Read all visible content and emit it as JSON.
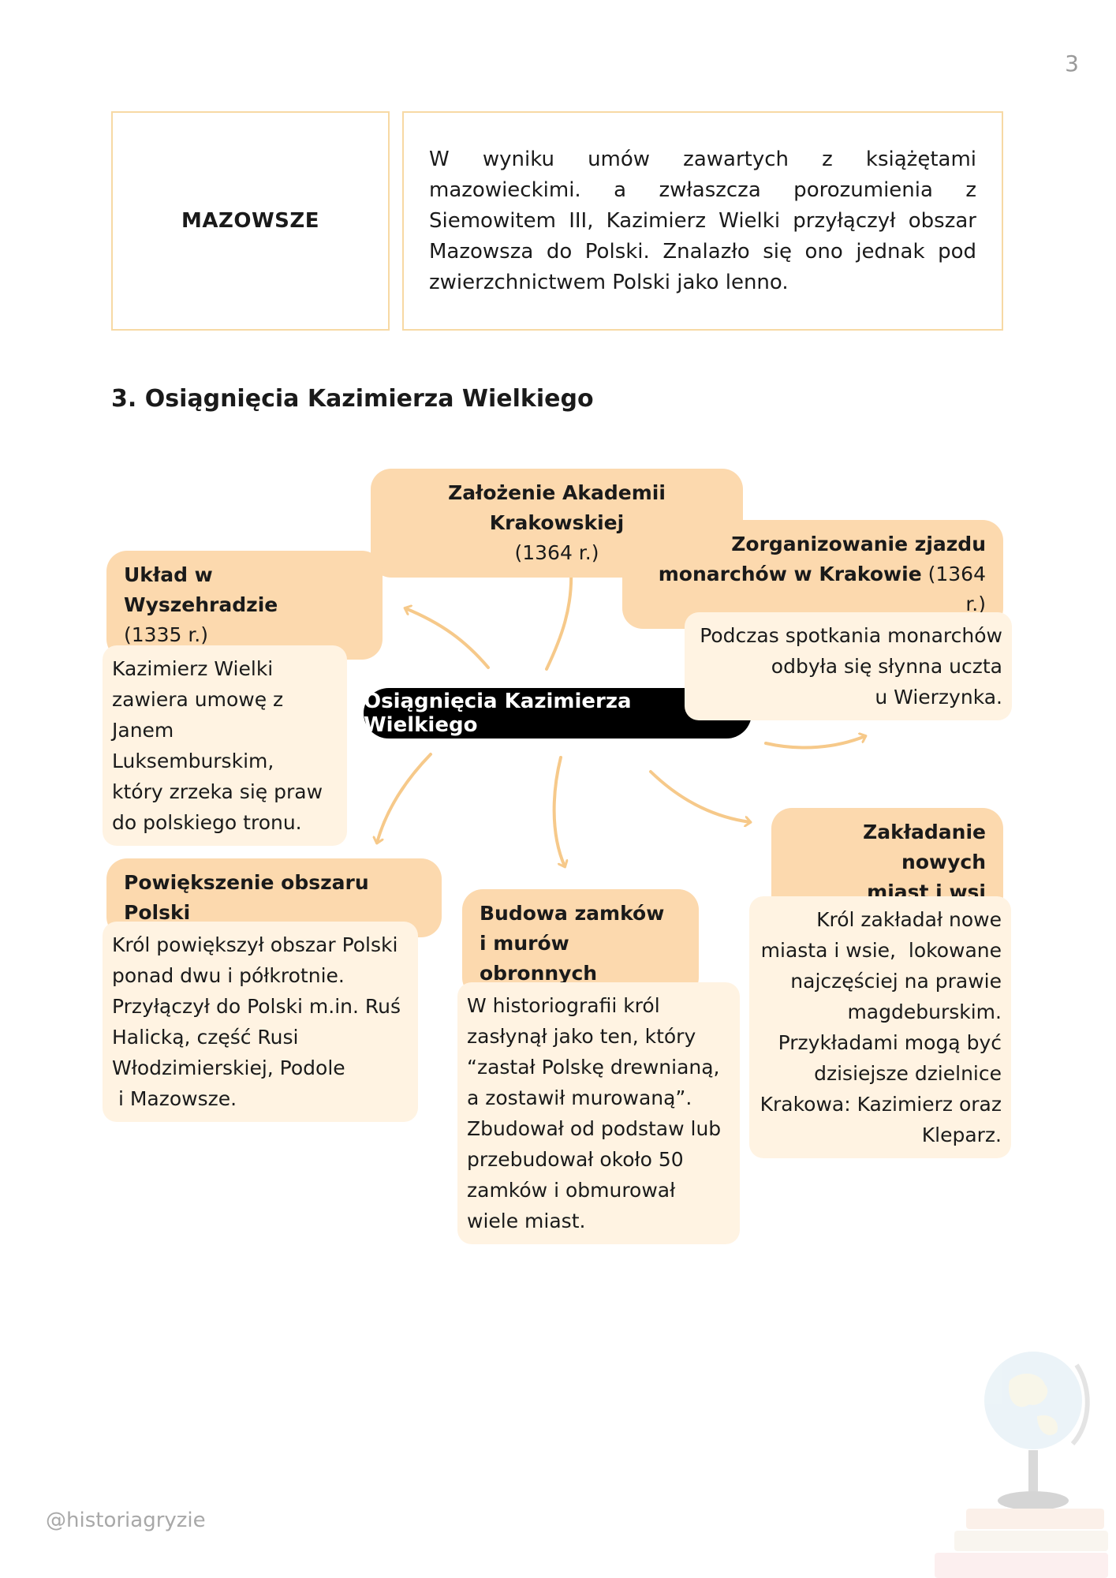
{
  "page_number": "3",
  "mazowsze": {
    "title": "MAZOWSZE",
    "text": "W wyniku umów zawartych z książętami mazowieckimi. a zwłaszcza porozumienia z Siemowitem III, Kazimierz Wielki przyłączył obszar Mazowsza do Polski. Znalazło się ono jednak pod zwierzchnictwem Polski jako lenno."
  },
  "section_heading": "3. Osiągnięcia Kazimierza Wielkiego",
  "mindmap": {
    "center": "Osiągnięcia Kazimierza Wielkiego",
    "akademia": {
      "title": "Założenie Akademii Krakowskiej",
      "date": "(1364 r.)"
    },
    "zjazd": {
      "title_line1": "Zorganizowanie zjazdu",
      "title_line2": "monarchów w Krakowie",
      "date": "(1364 r.)",
      "note": [
        "Podczas spotkania monarchów",
        "odbyła się słynna uczta",
        "u Wierzynka."
      ]
    },
    "uklad": {
      "title": "Układ w Wyszehradzie",
      "date": "(1335 r.)",
      "note": [
        "Kazimierz Wielki",
        "zawiera umowę z",
        "Janem Luksemburskim,",
        "który zrzeka się praw",
        "do polskiego tronu."
      ]
    },
    "powiekszenie": {
      "title": "Powiększenie obszaru Polski",
      "note": [
        "Król powiększył obszar Polski",
        "ponad dwu i półkrotnie.",
        "Przyłączył do Polski m.in. Ruś",
        "Halicką, część Rusi",
        "Włodzimierskiej, Podole",
        " i Mazowsze."
      ]
    },
    "zamki": {
      "title_line1": "Budowa zamków",
      "title_line2": "i murów obronnych",
      "note": [
        "W historiografii król",
        "zasłynął jako ten, który",
        "“zastał Polskę drewnianą,",
        "a zostawił murowaną”.",
        "Zbudował od podstaw lub",
        "przebudował około 50",
        "zamków i obmurował",
        "wiele miast."
      ]
    },
    "miasta": {
      "title_line1": "Zakładanie nowych",
      "title_line2": "miast i wsi",
      "note": [
        "Król zakładał nowe",
        "miasta i wsie,  lokowane",
        "najczęściej na prawie",
        "magdeburskim.",
        "Przykładami mogą być",
        "dzisiejsze dzielnice",
        "Krakowa: Kazimierz oraz",
        "Kleparz."
      ]
    }
  },
  "footer": "@historiagryzie",
  "colors": {
    "accent": "#fcd9ae",
    "note_bg": "#fff3e2",
    "border": "#f7d9a4",
    "arrow": "#f6c98a"
  }
}
